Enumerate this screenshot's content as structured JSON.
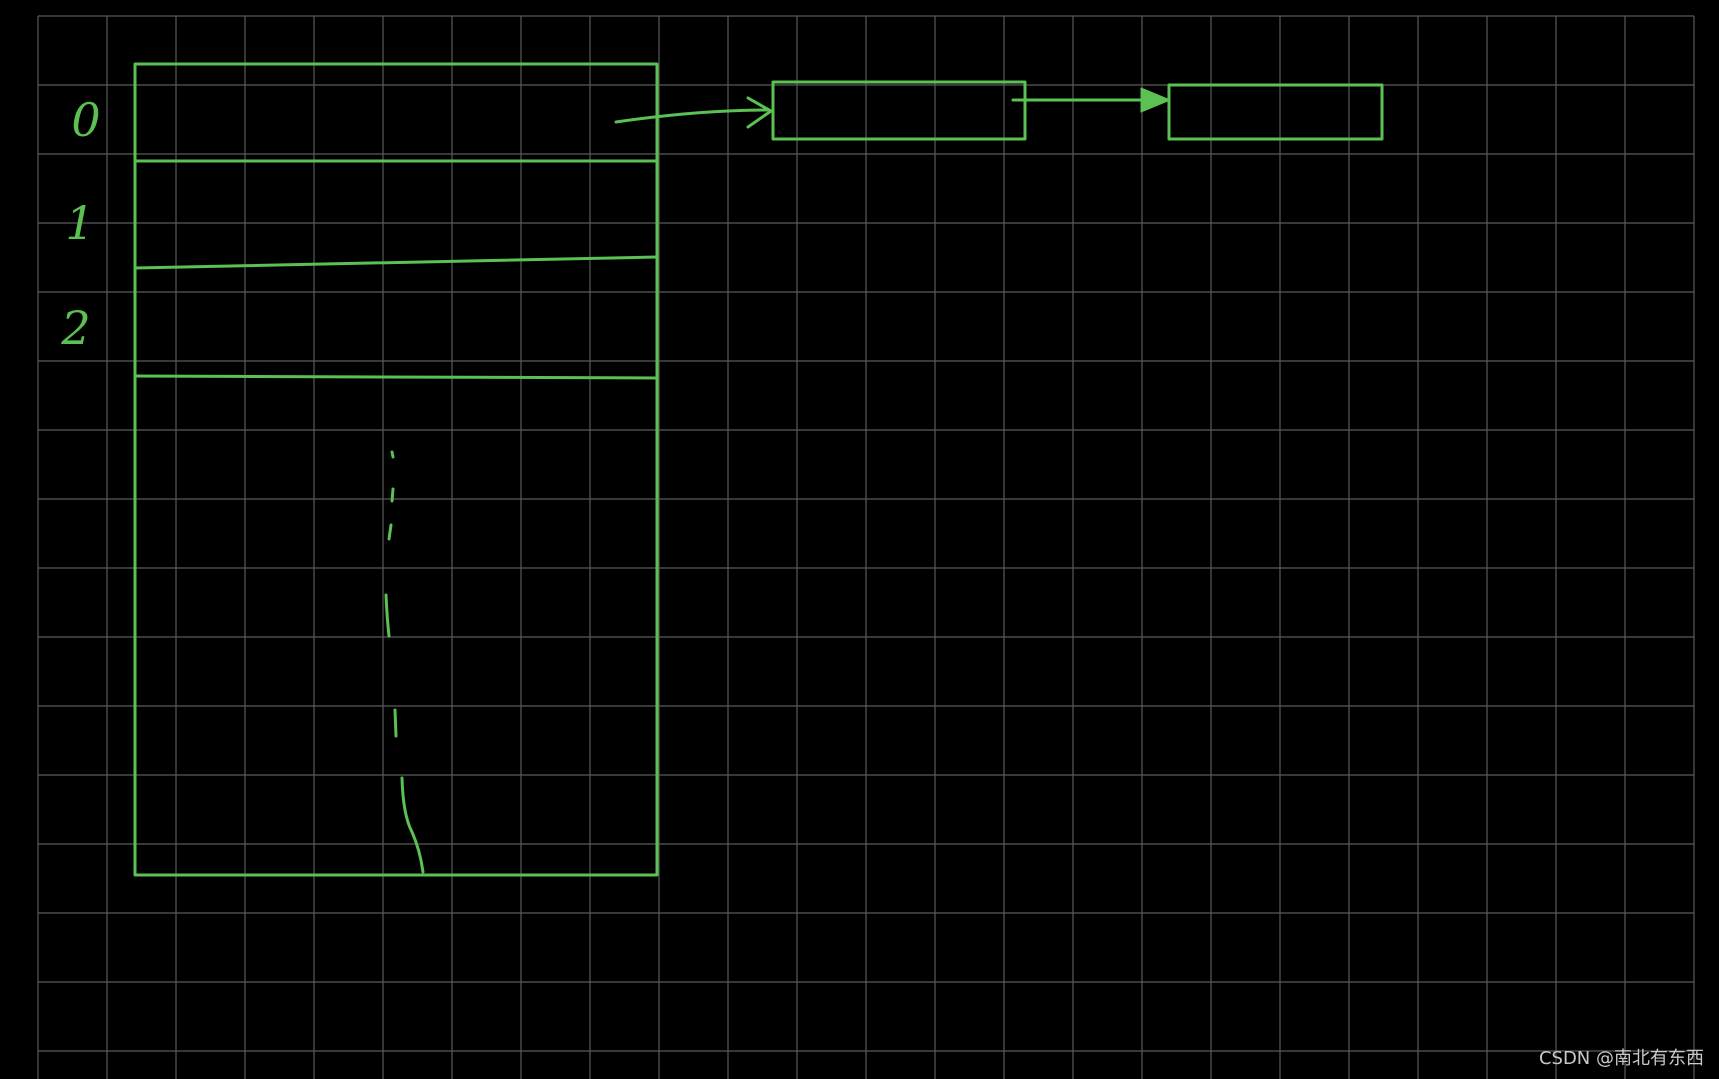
{
  "diagram": {
    "stroke_color": "#5bc152",
    "grid_color": "#5a5a5a",
    "background_color": "#000000",
    "row_labels": [
      "0",
      "1",
      "2"
    ]
  },
  "watermark": {
    "text": "CSDN @南北有东西"
  }
}
